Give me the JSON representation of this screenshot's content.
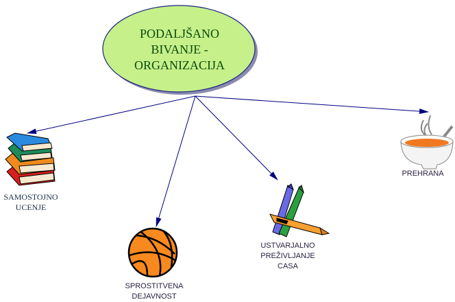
{
  "root": {
    "lines": [
      "PODALJŠANO",
      "BIVANJE -",
      "ORGANIZACIJA"
    ],
    "fill": "#c6f08a",
    "stroke": "#1a237e"
  },
  "nodes": [
    {
      "id": "books",
      "icon": "books-icon",
      "lines": [
        "SAMOSTOJNO",
        "UCENJE"
      ]
    },
    {
      "id": "basketball",
      "icon": "basketball-icon",
      "lines": [
        "SPROSTITVENA",
        "DEJAVNOST"
      ]
    },
    {
      "id": "crayons",
      "icon": "crayons-icon",
      "lines": [
        "USTVARJALNO",
        "PREŽIVLJANJE",
        "CASA"
      ]
    },
    {
      "id": "soup",
      "icon": "soup-bowl-icon",
      "lines": [
        "PREHRANA"
      ]
    }
  ],
  "colors": {
    "connector": "#000080"
  }
}
